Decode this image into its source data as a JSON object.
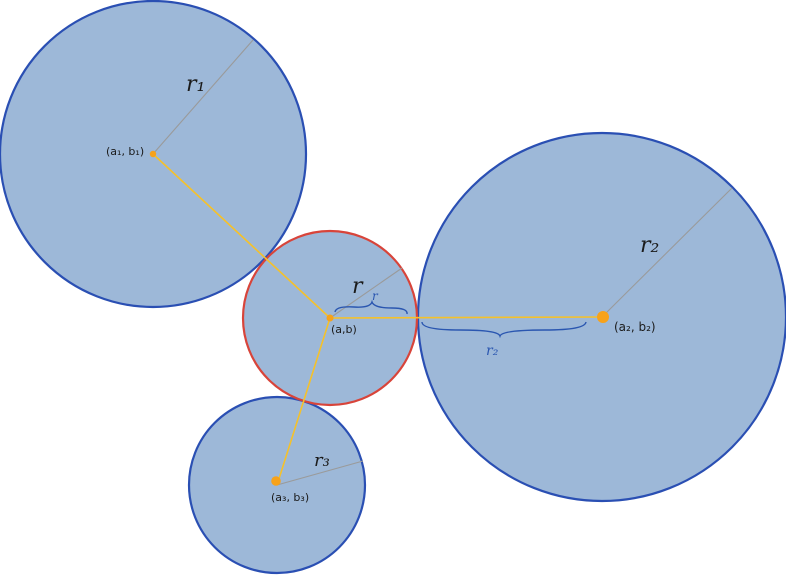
{
  "colors": {
    "circle_fill": "#9db8d8",
    "outer_stroke": "#2a4fb3",
    "inner_stroke": "#d8443a",
    "link_line": "#f5c12a",
    "center_dot": "#f7a21a",
    "annotation": "#2a56b0"
  },
  "labels": {
    "c1_center": "(a₁, b₁)",
    "c1_radius": "r₁",
    "c2_center": "(a₂, b₂)",
    "c2_radius": "r₂",
    "c3_center": "(a₃, b₃)",
    "c3_radius": "r₃",
    "c_center": "(a,b)",
    "c_radius": "r",
    "brace_r": "r",
    "brace_r2": "r₂"
  }
}
